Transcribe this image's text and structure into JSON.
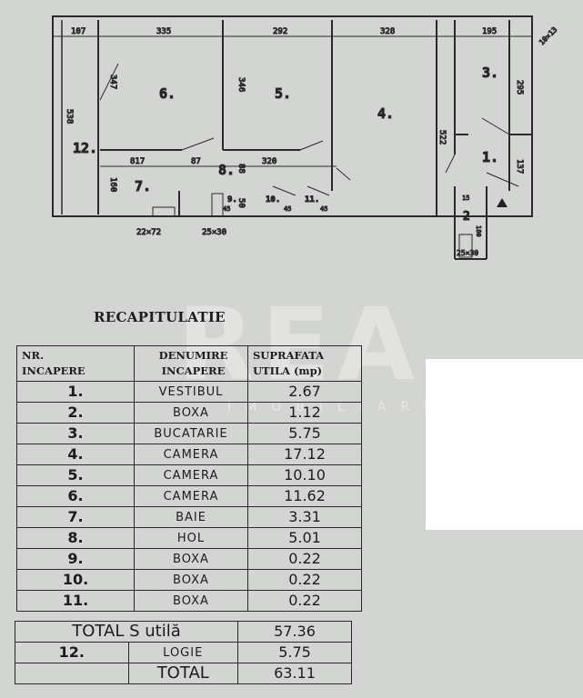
{
  "watermark": {
    "logo": "REA",
    "sub": "IMOBILIARE"
  },
  "plan": {
    "rooms": {
      "r1": "1.",
      "r2": "2",
      "r3": "3.",
      "r4": "4.",
      "r5": "5.",
      "r6": "6.",
      "r7": "7.",
      "r8": "8.",
      "r9": "9.",
      "r10": "10.",
      "r11": "11.",
      "r12": "12."
    },
    "dims": {
      "d107": "107",
      "d335": "335",
      "d292": "292",
      "d328": "328",
      "d195": "195",
      "d347": "347",
      "d346": "346",
      "d522": "522",
      "d295": "295",
      "d137": "137",
      "d538": "538",
      "d817": "817",
      "d87": "87",
      "d320": "320",
      "d160": "160",
      "d88": "88",
      "d50": "50",
      "d45a": "45",
      "d45b": "45",
      "d45c": "45",
      "d15": "15",
      "d180": "180"
    },
    "notes": {
      "n1": "22×72",
      "n2": "25×30",
      "n3": "25×30",
      "n4": "10×13"
    }
  },
  "title": "RECAPITULATIE",
  "table": {
    "headers": [
      "NR.\nINCAPERE",
      "DENUMIRE\nINCAPERE",
      "SUPRAFATA\nUTILA (mp)"
    ],
    "rows": [
      [
        "1.",
        "VESTIBUL",
        "2.67"
      ],
      [
        "2.",
        "BOXA",
        "1.12"
      ],
      [
        "3.",
        "BUCATARIE",
        "5.75"
      ],
      [
        "4.",
        "CAMERA",
        "17.12"
      ],
      [
        "5.",
        "CAMERA",
        "10.10"
      ],
      [
        "6.",
        "CAMERA",
        "11.62"
      ],
      [
        "7.",
        "BAIE",
        "3.31"
      ],
      [
        "8.",
        "HOL",
        "5.01"
      ],
      [
        "9.",
        "BOXA",
        "0.22"
      ],
      [
        "10.",
        "BOXA",
        "0.22"
      ],
      [
        "11.",
        "BOXA",
        "0.22"
      ]
    ],
    "total_util": {
      "label": "TOTAL S utilă",
      "value": "57.36"
    },
    "logie": [
      "12.",
      "LOGIE",
      "5.75"
    ],
    "total": {
      "label": "TOTAL",
      "value": "63.11"
    }
  }
}
